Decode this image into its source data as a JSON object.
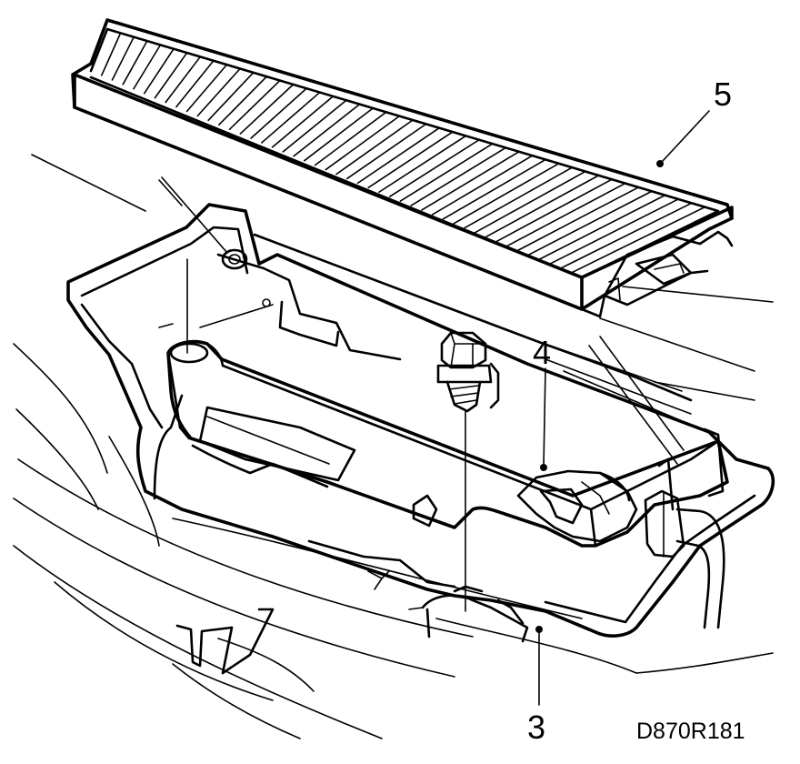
{
  "diagram": {
    "callouts": [
      {
        "id": "5",
        "label": "5"
      },
      {
        "id": "4",
        "label": "4"
      },
      {
        "id": "3",
        "label": "3"
      }
    ],
    "reference_code": "D870R181"
  },
  "colors": {
    "line": "#000000",
    "background": "#ffffff"
  }
}
